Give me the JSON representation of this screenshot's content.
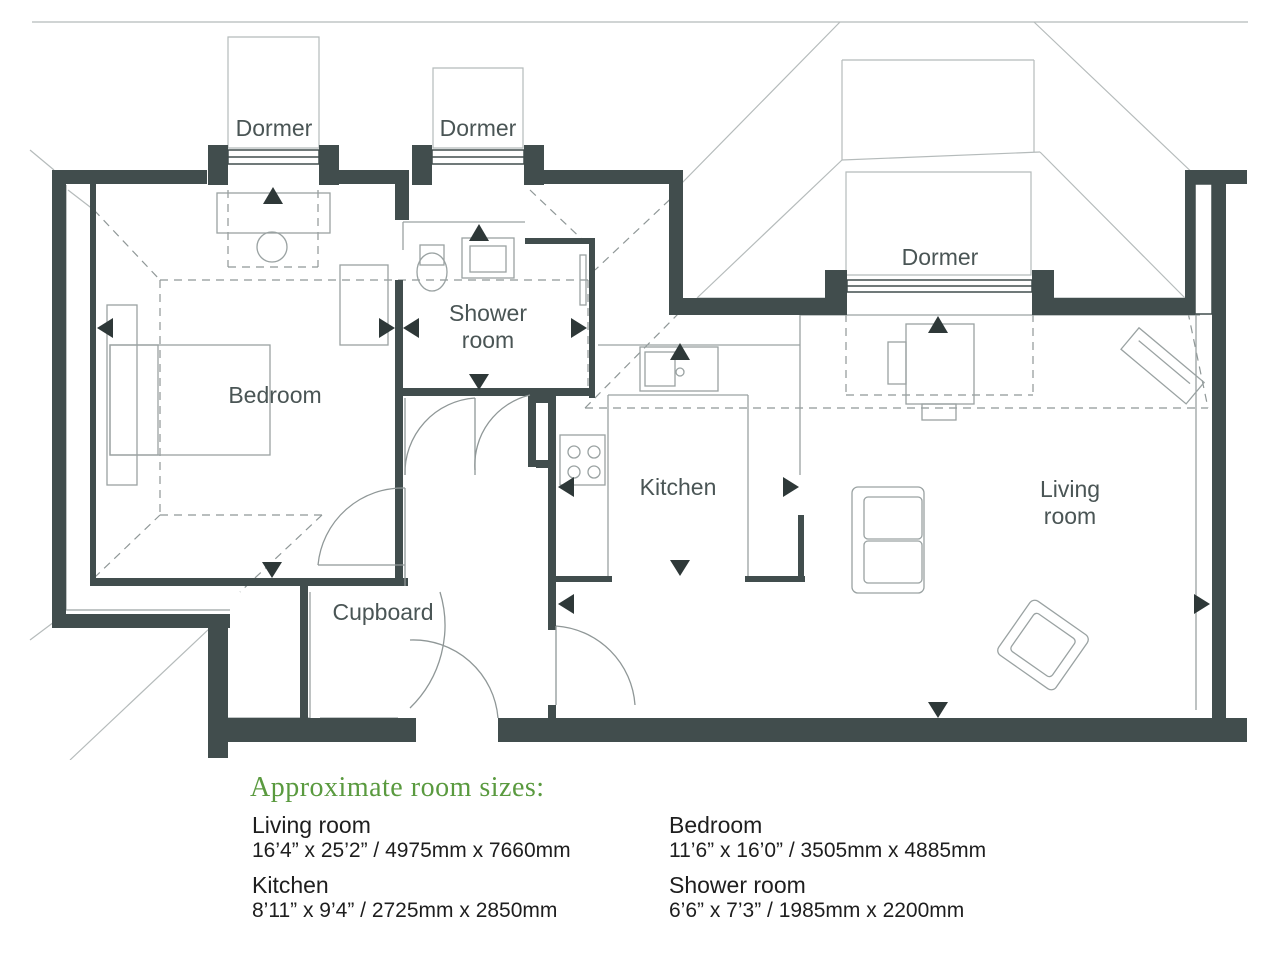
{
  "rooms": {
    "dormer": "Dormer",
    "shower_line1": "Shower",
    "shower_line2": "room",
    "bedroom": "Bedroom",
    "kitchen": "Kitchen",
    "living_line1": "Living",
    "living_line2": "room",
    "cupboard": "Cupboard"
  },
  "sizes": {
    "title": "Approximate room sizes:",
    "left": [
      {
        "name": "Living room",
        "dims": "16’4” x 25’2” / 4975mm x 7660mm"
      },
      {
        "name": "Kitchen",
        "dims": "8’11” x 9’4” / 2725mm x 2850mm"
      }
    ],
    "right": [
      {
        "name": "Bedroom",
        "dims": "11’6” x 16’0” / 3505mm x 4885mm"
      },
      {
        "name": "Shower room",
        "dims": "6’6” x 7’3” / 1985mm x 2200mm"
      }
    ]
  },
  "colors": {
    "wall": "#414d4d",
    "line": "#9aa2a2",
    "title": "#5a9a3f"
  }
}
